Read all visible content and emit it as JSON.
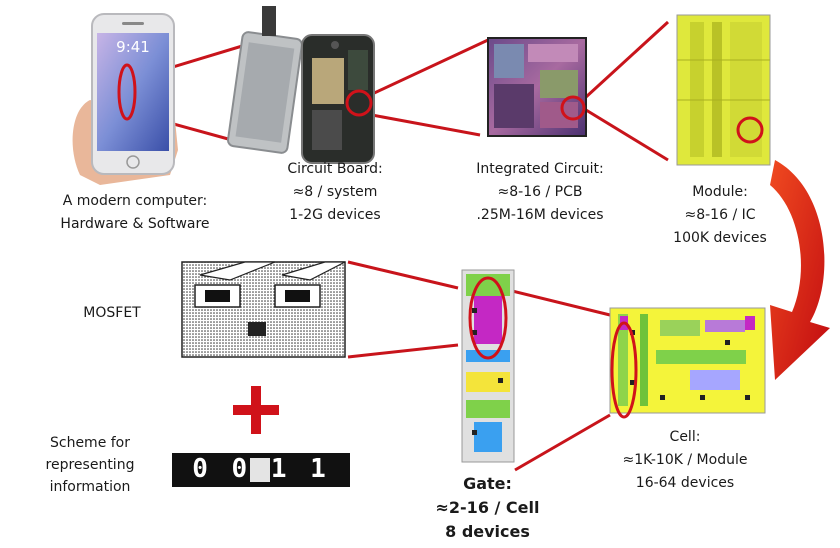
{
  "levels": {
    "computer": {
      "line1": "A modern computer:",
      "line2": "Hardware & Software"
    },
    "board": {
      "line1": "Circuit Board:",
      "line2": "≈8 / system",
      "line3": "1-2G devices"
    },
    "ic": {
      "line1": "Integrated Circuit:",
      "line2": "≈8-16 / PCB",
      "line3": ".25M-16M devices"
    },
    "module": {
      "line1": "Module:",
      "line2": "≈8-16 / IC",
      "line3": "100K devices"
    },
    "cell": {
      "line1": "Cell:",
      "line2": "≈1K-10K / Module",
      "line3": "16-64 devices"
    },
    "gate": {
      "line1": "Gate:",
      "line2": "≈2-16 / Cell",
      "line3": "8 devices"
    }
  },
  "mosfet": {
    "label": "MOSFET"
  },
  "scheme": {
    "line1": "Scheme for",
    "line2": "representing",
    "line3": "information",
    "bits": "0 0 1 1"
  },
  "phone": {
    "time": "9:41"
  },
  "colors": {
    "highlight": "#d0121a",
    "arrow": "#e21d12",
    "module_yellow": "#e6f03a",
    "cell_green": "#7fd14a"
  }
}
